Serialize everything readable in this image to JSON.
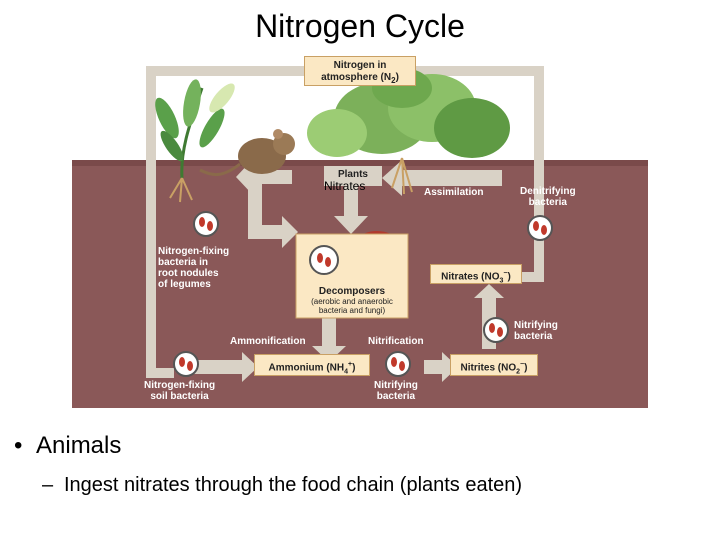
{
  "title": "Nitrogen Cycle",
  "diagram": {
    "atmosphere": {
      "line1": "Nitrogen in",
      "line2": "atmosphere (N",
      "sub": "2",
      "close": ")"
    },
    "plants": "Plants",
    "nitrates_overlay": "Nitrates",
    "assimilation": "Assimilation",
    "denitrifying": {
      "line1": "Denitrifying",
      "line2": "bacteria"
    },
    "nitrogen_fixing_root": {
      "line1": "Nitrogen-fixing",
      "line2": "bacteria in",
      "line3": "root nodules",
      "line4": "of legumes"
    },
    "decomposers": {
      "title": "Decomposers",
      "line1": "(aerobic and anaerobic",
      "line2": "bacteria and fungi)"
    },
    "nitrates_box": {
      "text": "Nitrates (NO",
      "sub": "3",
      "sup": "−",
      "close": ")"
    },
    "nitrifying_right": {
      "line1": "Nitrifying",
      "line2": "bacteria"
    },
    "ammonification": "Ammonification",
    "nitrification": "Nitrification",
    "ammonium_box": {
      "text": "Ammonium (NH",
      "sub": "4",
      "sup": "+",
      "close": ")"
    },
    "nitrites_box": {
      "text": "Nitrites (NO",
      "sub": "2",
      "sup": "−",
      "close": ")"
    },
    "nitrogen_fixing_soil": {
      "line1": "Nitrogen-fixing",
      "line2": "soil bacteria"
    },
    "nitrifying_bottom": {
      "line1": "Nitrifying",
      "line2": "bacteria"
    }
  },
  "bullets": [
    {
      "text": "Animals",
      "sub": [
        {
          "text": "Ingest nitrates through the food chain (plants eaten)"
        }
      ]
    }
  ],
  "colors": {
    "soil": "#8a5858",
    "sky": "#ffffff",
    "arrow": "#d9d2c6",
    "box_fill": "#fbe8c4",
    "bacteria_red": "#c0392b"
  }
}
